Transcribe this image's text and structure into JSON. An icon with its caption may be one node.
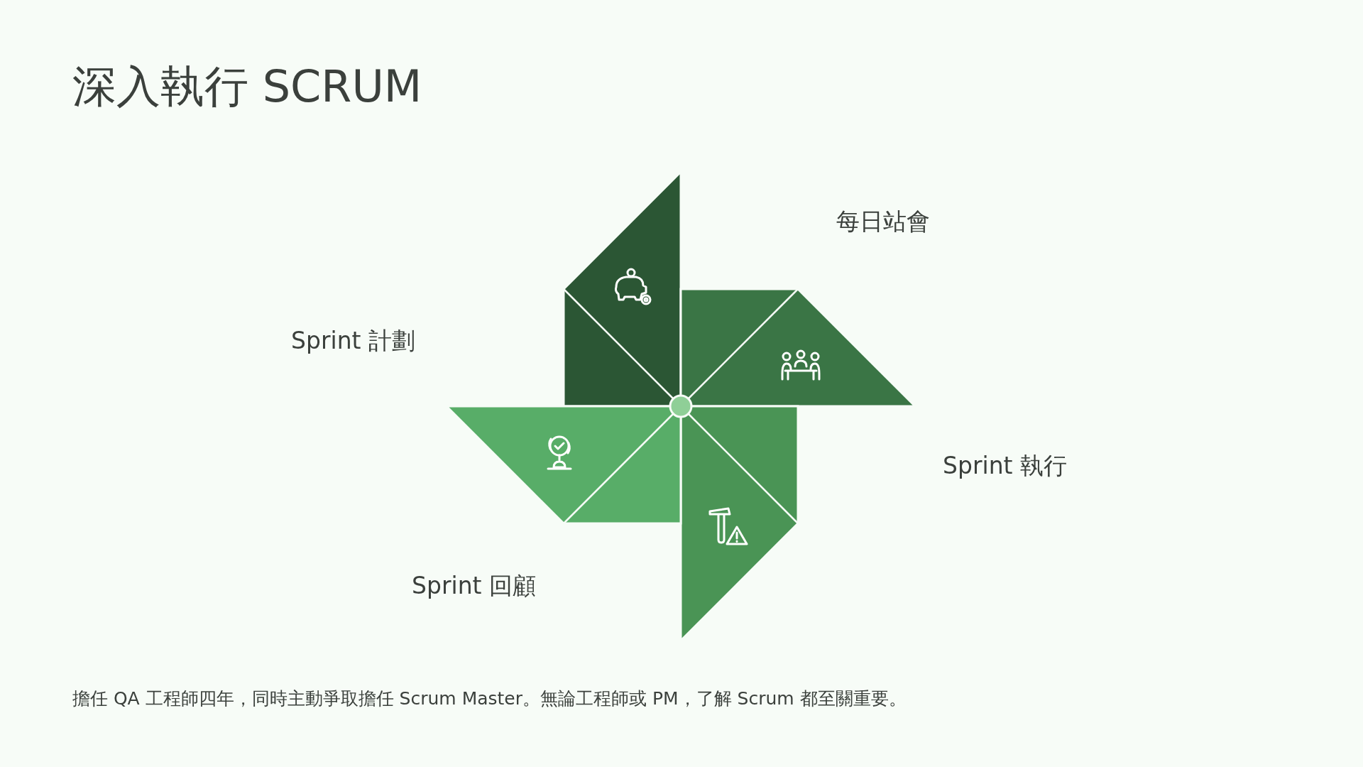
{
  "diagram": {
    "title": "深入執行 SCRUM",
    "caption": "擔任 QA 工程師四年，同時主動爭取擔任 Scrum Master。無論工程師或 PM，了解 Scrum 都至關重要。",
    "labels": [
      "每日站會",
      "Sprint 計劃",
      "Sprint 執行",
      "Sprint 回顧"
    ]
  }
}
